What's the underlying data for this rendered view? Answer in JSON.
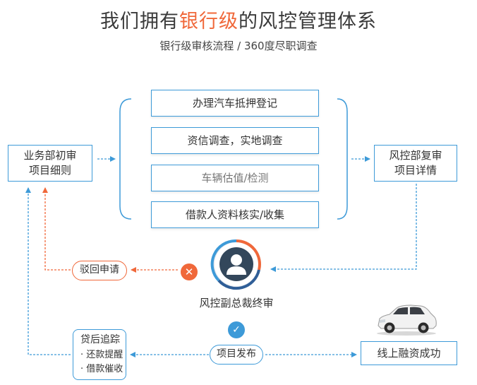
{
  "header": {
    "title_prefix": "我们拥有",
    "title_highlight": "银行级",
    "title_suffix": "的风控管理体系",
    "subtitle": "银行级审核流程 / 360度尽职调查"
  },
  "left_box": {
    "line1": "业务部初审",
    "line2": "项目细则"
  },
  "steps": [
    "办理汽车抵押登记",
    "资信调查，实地调查",
    "车辆估值/检测",
    "借款人资料核实/收集"
  ],
  "right_box": {
    "line1": "风控部复审",
    "line2": "项目详情"
  },
  "reject_label": "驳回申请",
  "final_review_label": "风控副总裁终审",
  "post_loan": {
    "title": "贷后追踪",
    "item1": "· 还款提醒",
    "item2": "· 借款催收"
  },
  "publish_label": "项目发布",
  "success_label": "线上融资成功",
  "icons": {
    "reject": "close-icon",
    "approve": "check-icon",
    "person": "person-icon",
    "car": "car-image"
  },
  "colors": {
    "accent_blue": "#3d9ad8",
    "accent_orange": "#f0683a"
  }
}
